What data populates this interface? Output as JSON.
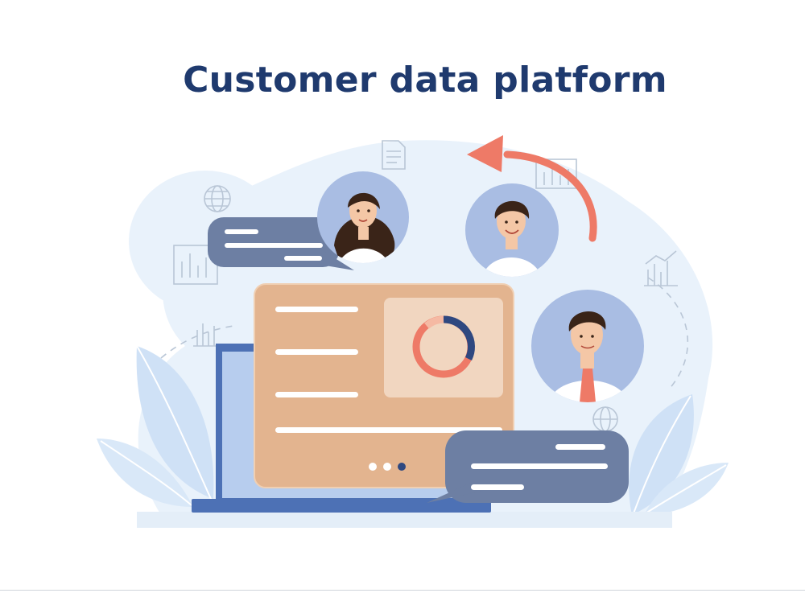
{
  "title": "Customer data platform",
  "colors": {
    "title": "#1f3a6e",
    "blob": "#e7f1fa",
    "accent_arrow": "#ee7a67",
    "card": "#e3b48f",
    "bubble": "#6d7fa3",
    "avatar_bg": "#a9bde3",
    "foliage": "#cfe1f6",
    "laptop": "#4d71b5"
  },
  "icons": [
    "globe-icon",
    "document-icon",
    "bar-chart-icon",
    "donut-chart-icon",
    "refresh-arrow-icon"
  ],
  "illustration": {
    "people": [
      "woman-avatar",
      "man-avatar-smiling",
      "man-avatar-tie"
    ],
    "bubbles": [
      "chat-bubble-left",
      "chat-bubble-right"
    ],
    "pagination_dots": 3,
    "active_dot": 3
  }
}
